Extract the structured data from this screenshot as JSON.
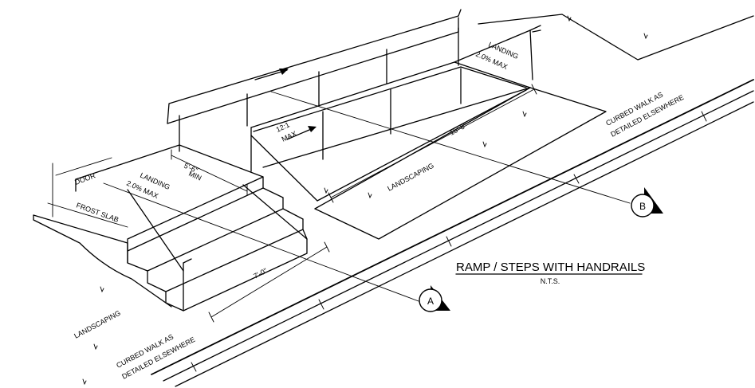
{
  "title": "RAMP / STEPS WITH HANDRAILS",
  "subtitle": "N.T.S.",
  "labels": {
    "landscaping_left": "LANDSCAPING",
    "landscaping_center": "LANDSCAPING",
    "curbed_walk_left_line1": "CURBED WALK AS",
    "curbed_walk_left_line2": "DETAILED ELSEWHERE",
    "curbed_walk_right_line1": "CURBED WALK AS",
    "curbed_walk_right_line2": "DETAILED ELSEWHERE",
    "door": "DOOR",
    "frost_slab": "FROST SLAB",
    "landing_left_line1": "LANDING",
    "landing_left_line2": "2.0% MAX",
    "landing_top_line1": "LANDING",
    "landing_top_line2": "2.0% MAX",
    "ramp_slope_line1": "12:1",
    "ramp_slope_line2": "MAX"
  },
  "dimensions": {
    "landing_width_line1": "5'-6\"",
    "landing_width_line2": "MIN",
    "steps_width": "7'-0\"",
    "ramp_length": "15'-6\""
  },
  "section_markers": {
    "a": "A",
    "b": "B"
  }
}
